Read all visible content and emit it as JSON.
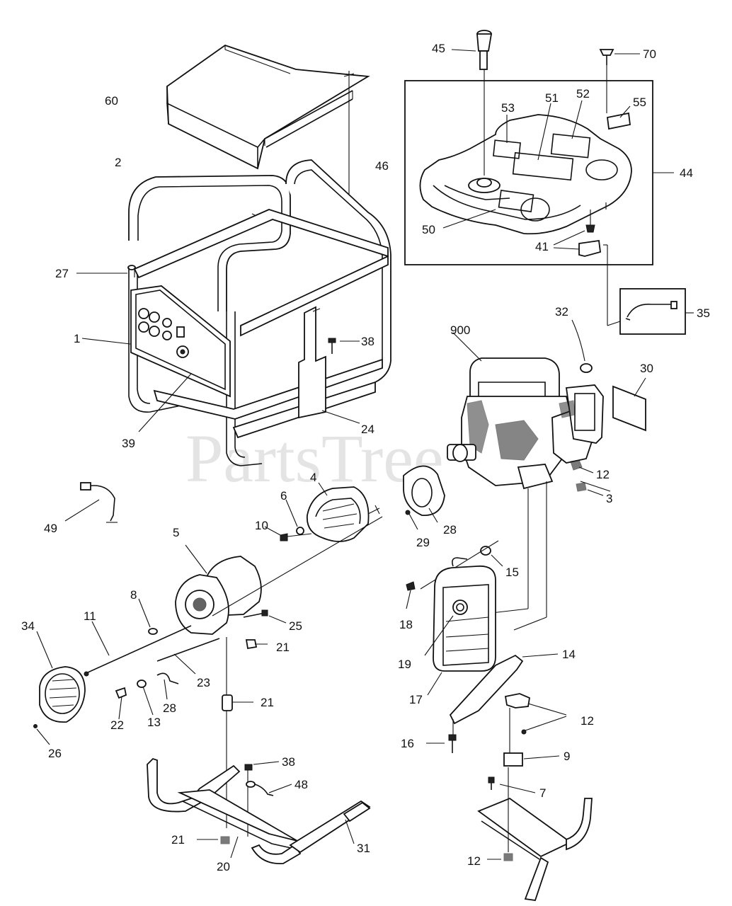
{
  "watermark": "PartsTree",
  "labels": {
    "l60": "60",
    "l46": "46",
    "l2": "2",
    "l27": "27",
    "l1": "1",
    "l38a": "38",
    "l39": "39",
    "l24": "24",
    "l45": "45",
    "l70": "70",
    "l53": "53",
    "l51": "51",
    "l52": "52",
    "l55": "55",
    "l44": "44",
    "l50": "50",
    "l41": "41",
    "l35": "35",
    "l32": "32",
    "l900": "900",
    "l30": "30",
    "l12a": "12",
    "l3": "3",
    "l28a": "28",
    "l29": "29",
    "l15": "15",
    "l18": "18",
    "l19": "19",
    "l17": "17",
    "l14": "14",
    "l12b": "12",
    "l9": "9",
    "l7": "7",
    "l16": "16",
    "l12c": "12",
    "l49": "49",
    "l4": "4",
    "l6": "6",
    "l10": "10",
    "l5": "5",
    "l8": "8",
    "l11": "11",
    "l25": "25",
    "l21a": "21",
    "l34": "34",
    "l23": "23",
    "l22": "22",
    "l13": "13",
    "l28b": "28",
    "l26": "26",
    "l21b": "21",
    "l38b": "38",
    "l48": "48",
    "l21c": "21",
    "l20": "20",
    "l31": "31"
  }
}
